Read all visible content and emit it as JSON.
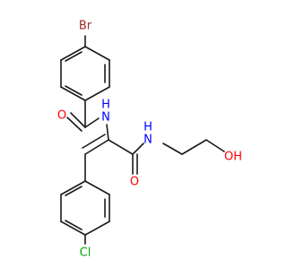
{
  "atoms": {
    "br": {
      "label": "Br",
      "color": "#a52a2a"
    },
    "o_amide1": {
      "label": "O",
      "color": "#ff0000"
    },
    "nh_amide1": {
      "label": "H",
      "n_label": "N",
      "color": "#0000ff"
    },
    "nh_amide2": {
      "label": "H",
      "n_label": "N",
      "color": "#0000ff"
    },
    "o_amide2": {
      "label": "O",
      "color": "#ff0000"
    },
    "oh": {
      "label": "OH",
      "color": "#ff0000"
    },
    "cl": {
      "label": "Cl",
      "color": "#00aa00"
    }
  }
}
